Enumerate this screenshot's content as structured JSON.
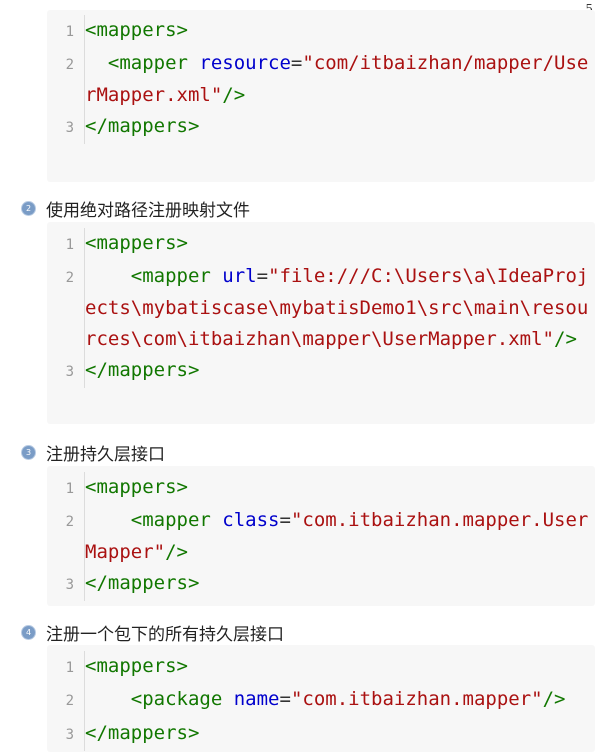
{
  "page_number": "5",
  "blocks": [
    {
      "lines": [
        {
          "n": "1",
          "tokens": [
            {
              "c": "tag",
              "t": "<mappers>"
            }
          ]
        },
        {
          "n": "2",
          "tokens": [
            {
              "c": "tag",
              "t": "  <mapper "
            },
            {
              "c": "attr",
              "t": "resource"
            },
            {
              "c": "punc",
              "t": "="
            },
            {
              "c": "str",
              "t": "\"com/itbaizhan/mapper/UserMapper.xml\""
            },
            {
              "c": "tag",
              "t": "/>"
            }
          ]
        },
        {
          "n": "3",
          "tokens": [
            {
              "c": "tag",
              "t": "</mappers>"
            }
          ]
        }
      ]
    },
    {
      "lines": [
        {
          "n": "1",
          "tokens": [
            {
              "c": "tag",
              "t": "<mappers>"
            }
          ]
        },
        {
          "n": "2",
          "tokens": [
            {
              "c": "tag",
              "t": "    <mapper "
            },
            {
              "c": "attr",
              "t": "url"
            },
            {
              "c": "punc",
              "t": "="
            },
            {
              "c": "str",
              "t": "\"file:///C:\\Users\\a\\IdeaProjects\\mybatiscase\\mybatisDemo1\\src\\main\\resources\\com\\itbaizhan\\mapper\\UserMapper.xml\""
            },
            {
              "c": "tag",
              "t": "/>"
            }
          ]
        },
        {
          "n": "3",
          "tokens": [
            {
              "c": "tag",
              "t": "</mappers>"
            }
          ]
        }
      ]
    },
    {
      "lines": [
        {
          "n": "1",
          "tokens": [
            {
              "c": "tag",
              "t": "<mappers>"
            }
          ]
        },
        {
          "n": "2",
          "tokens": [
            {
              "c": "tag",
              "t": "    <mapper "
            },
            {
              "c": "attr",
              "t": "class"
            },
            {
              "c": "punc",
              "t": "="
            },
            {
              "c": "str",
              "t": "\"com.itbaizhan.mapper.UserMapper\""
            },
            {
              "c": "tag",
              "t": "/>"
            }
          ]
        },
        {
          "n": "3",
          "tokens": [
            {
              "c": "tag",
              "t": "</mappers>"
            }
          ]
        }
      ]
    },
    {
      "lines": [
        {
          "n": "1",
          "tokens": [
            {
              "c": "tag",
              "t": "<mappers>"
            }
          ]
        },
        {
          "n": "2",
          "tokens": [
            {
              "c": "tag",
              "t": "    <package "
            },
            {
              "c": "attr",
              "t": "name"
            },
            {
              "c": "punc",
              "t": "="
            },
            {
              "c": "str",
              "t": "\"com.itbaizhan.mapper\""
            },
            {
              "c": "tag",
              "t": "/>"
            }
          ]
        },
        {
          "n": "3",
          "tokens": [
            {
              "c": "tag",
              "t": "</mappers>"
            }
          ]
        }
      ]
    }
  ],
  "items": [
    {
      "num": "2",
      "label": "使用绝对路径注册映射文件"
    },
    {
      "num": "3",
      "label": "注册持久层接口"
    },
    {
      "num": "4",
      "label": "注册一个包下的所有持久层接口"
    }
  ]
}
